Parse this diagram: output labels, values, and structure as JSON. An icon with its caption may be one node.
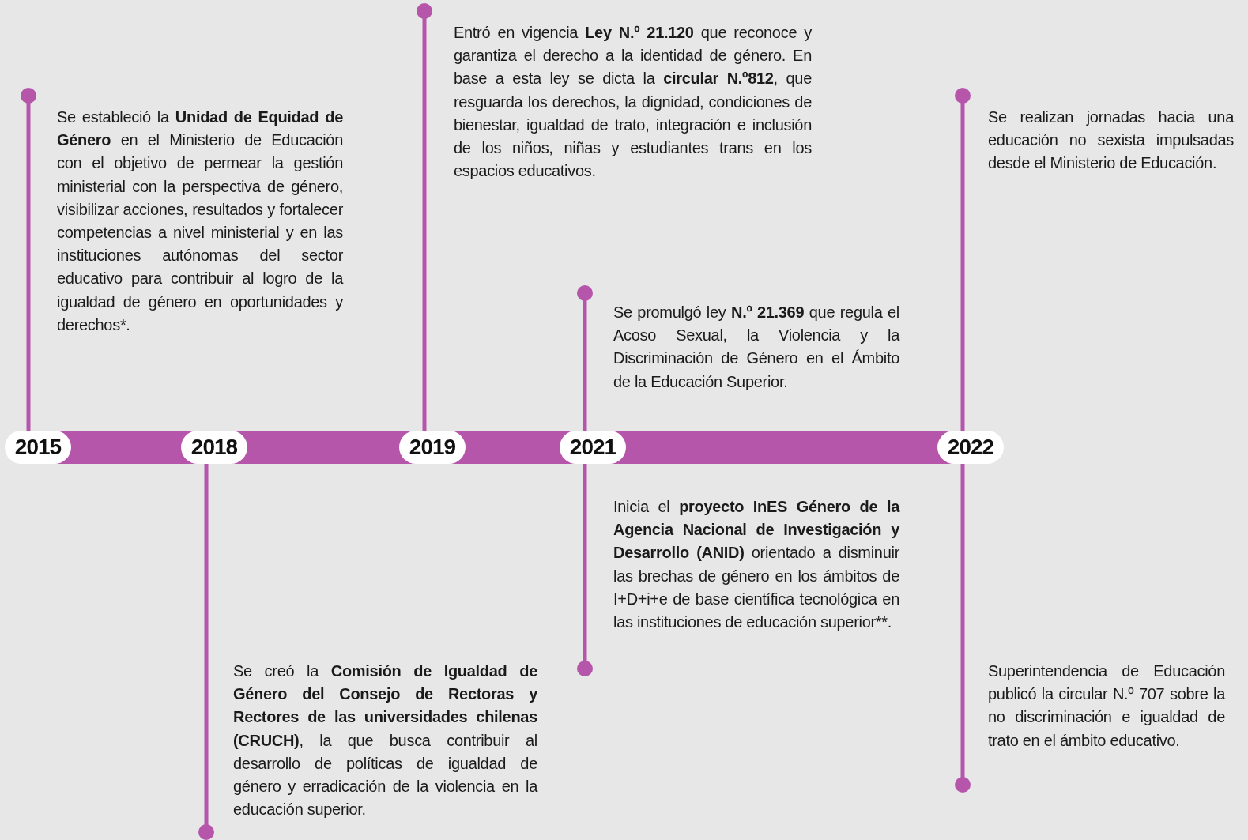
{
  "diagram": {
    "nodes": [
      {
        "text": [
          "2015"
        ]
      },
      {
        "text": [
          "2018"
        ]
      },
      {
        "text": [
          "2019"
        ]
      },
      {
        "text": [
          "2021"
        ]
      },
      {
        "text": [
          "2022"
        ]
      },
      {
        "text": [
          "Se estableció la **Unidad de Equidad de Género** en el Ministerio de Educación con el objetivo de permear la gestión ministerial con la perspectiva de género, visibilizar acciones, resultados y fortalecer competencias a nivel ministerial y en las instituciones autónomas del sector educativo para contribuir al logro de la igualdad de género en oportunidades y derechos*."
        ]
      },
      {
        "text": [
          "Entró en vigencia **Ley N.º 21.120** que reconoce y garantiza el derecho a la identidad de género. En base a esta ley se dicta la **circular N.º812**, que resguarda los derechos, la dignidad, condiciones de bienestar, igualdad de trato, integración e inclusión de los niños, niñas y estudiantes trans en los espacios educativos."
        ]
      },
      {
        "text": [
          "Se promulgó ley **N.º 21.369** que regula el Acoso Sexual, la Violencia y la Discriminación de Género en el Ámbito de la Educación Superior."
        ]
      },
      {
        "text": [
          "Se realizan jornadas hacia una educación no sexista impulsadas desde el Ministerio de Educación."
        ]
      },
      {
        "text": [
          "Se creó la **Comisión de Igualdad de Género del Consejo de Rectoras y Rectores de las universidades chilenas (CRUCH)**, la que busca contribuir al desarrollo de políticas de igualdad de género y erradicación de la violencia en la educación superior."
        ]
      },
      {
        "text": [
          "Inicia el **proyecto InES Género de la Agencia Nacional de Investigación y Desarrollo (ANID)** orientado a disminuir las brechas de género en los ámbitos de I+D+i+e de base científica tecnológica en las instituciones de educación superior**."
        ]
      },
      {
        "text": [
          "Superintendencia de Educación publicó la circular N.º 707 sobre la no discriminación e igualdad de trato en el ámbito educativo."
        ]
      }
    ],
    "edges": [
      {
        "from": 0,
        "to": 5,
        "arrow": "other"
      },
      {
        "from": 2,
        "to": 6,
        "arrow": "other"
      },
      {
        "from": 3,
        "to": 7,
        "arrow": "other"
      },
      {
        "from": 4,
        "to": 8,
        "arrow": "other"
      },
      {
        "from": 1,
        "to": 9,
        "arrow": "other"
      },
      {
        "from": 3,
        "to": 10,
        "arrow": "other"
      },
      {
        "from": 4,
        "to": 11,
        "arrow": "other"
      }
    ]
  }
}
